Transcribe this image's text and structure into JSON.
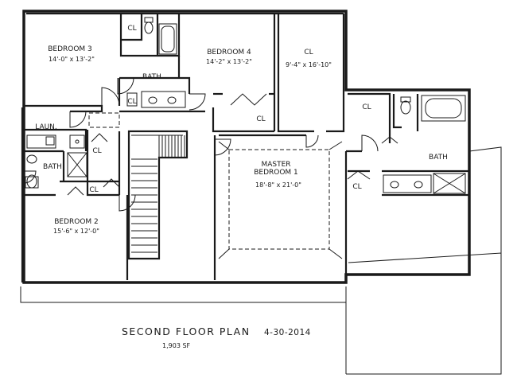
{
  "rooms": {
    "bedroom3": {
      "name": "BEDROOM 3",
      "dims": "14'-0\" x 13'-2\""
    },
    "bedroom4": {
      "name": "BEDROOM 4",
      "dims": "14'-2\" x 13'-2\""
    },
    "bedroom2": {
      "name": "BEDROOM 2",
      "dims": "15'-6\" x 12'-0\""
    },
    "master": {
      "name_line1": "MASTER",
      "name_line2": "BEDROOM 1",
      "dims": "18'-8\" x 21'-0\""
    },
    "big_closet": {
      "name": "CL",
      "dims": "9'-4\" x 16'-10\""
    }
  },
  "labels": {
    "bath": "BATH",
    "laundry": "LAUN.",
    "closet": "CL"
  },
  "title": {
    "main": "SECOND FLOOR PLAN",
    "date": "4-30-2014",
    "area": "1,903 SF"
  }
}
